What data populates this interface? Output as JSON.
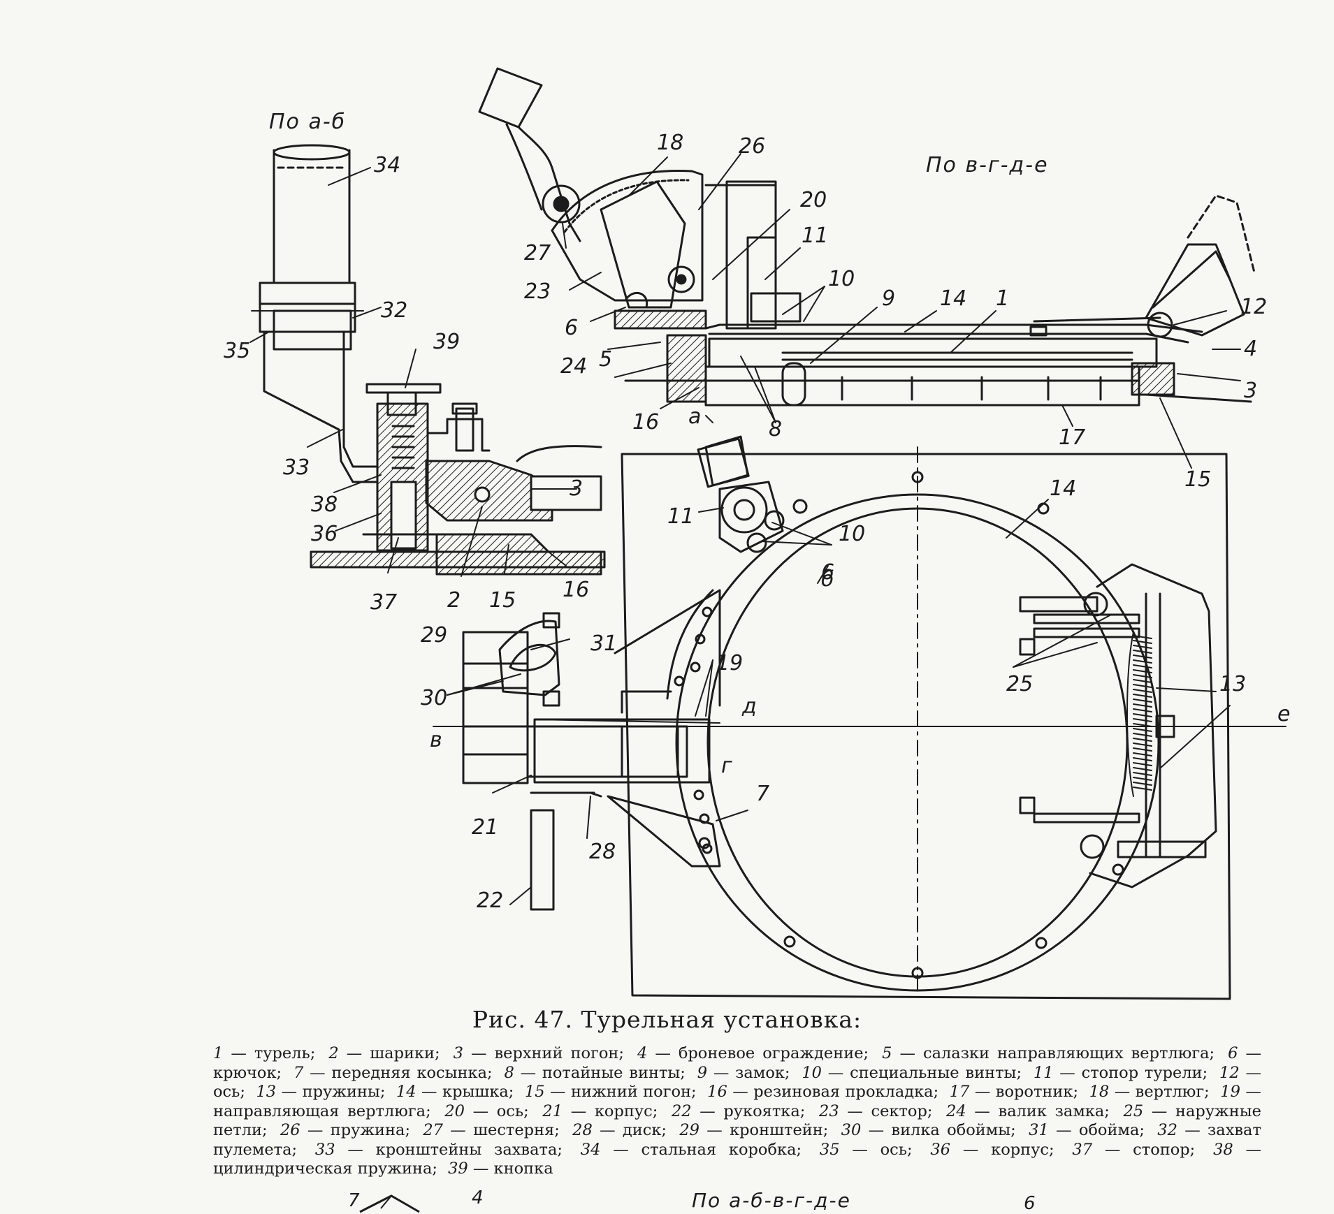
{
  "section_labels": {
    "a_b": "По а-б",
    "v_g_d_e": "По в-г-д-е",
    "all": "По а-б-в-г-д-е"
  },
  "callouts": {
    "c1": "1",
    "c2": "2",
    "c3a": "3",
    "c3b": "3",
    "c4": "4",
    "c5": "5",
    "c6": "6",
    "c7": "7",
    "c8": "8",
    "c9": "9",
    "c10a": "10",
    "c10b": "10",
    "c11a": "11",
    "c11b": "11",
    "c12": "12",
    "c13": "13",
    "c14a": "14",
    "c14b": "14",
    "c15a": "15",
    "c15b": "15",
    "c16a": "16",
    "c16b": "16",
    "c17": "17",
    "c18": "18",
    "c19": "19",
    "c20": "20",
    "c21": "21",
    "c22": "22",
    "c23": "23",
    "c24": "24",
    "c25": "25",
    "c26": "26",
    "c27": "27",
    "c28": "28",
    "c29": "29",
    "c30": "30",
    "c31": "31",
    "c32": "32",
    "c33": "33",
    "c34": "34",
    "c35": "35",
    "c36": "36",
    "c37": "37",
    "c38": "38",
    "c39": "39"
  },
  "cut_letters": {
    "a": "а",
    "b": "б",
    "v": "в",
    "g": "г",
    "d": "д",
    "e": "е"
  },
  "bottom_fragment": {
    "n7": "7",
    "n4": "4",
    "n6": "6"
  },
  "caption": {
    "title": "Рис. 47. Турельная установка:",
    "legend": [
      {
        "num": "1",
        "text": "— турель;"
      },
      {
        "num": "2",
        "text": "— шарики;"
      },
      {
        "num": "3",
        "text": "— верхний погон;"
      },
      {
        "num": "4",
        "text": "— броневое ограждение;"
      },
      {
        "num": "5",
        "text": "— салазки направляющих вертлюга;"
      },
      {
        "num": "6",
        "text": "— крючок;"
      },
      {
        "num": "7",
        "text": "— передняя косынка;"
      },
      {
        "num": "8",
        "text": "— потайные винты;"
      },
      {
        "num": "9",
        "text": "— замок;"
      },
      {
        "num": "10",
        "text": "— специальные винты;"
      },
      {
        "num": "11",
        "text": "— стопор турели;"
      },
      {
        "num": "12",
        "text": "— ось;"
      },
      {
        "num": "13",
        "text": "— пружины;"
      },
      {
        "num": "14",
        "text": "— крышка;"
      },
      {
        "num": "15",
        "text": "— нижний погон;"
      },
      {
        "num": "16",
        "text": "— резиновая прокладка;"
      },
      {
        "num": "17",
        "text": "— воротник;"
      },
      {
        "num": "18",
        "text": "— вертлюг;"
      },
      {
        "num": "19",
        "text": "— направляющая вертлюга;"
      },
      {
        "num": "20",
        "text": "— ось;"
      },
      {
        "num": "21",
        "text": "— корпус;"
      },
      {
        "num": "22",
        "text": "— рукоятка;"
      },
      {
        "num": "23",
        "text": "— сектор;"
      },
      {
        "num": "24",
        "text": "— валик замка;"
      },
      {
        "num": "25",
        "text": "— наружные петли;"
      },
      {
        "num": "26",
        "text": "— пружина;"
      },
      {
        "num": "27",
        "text": "— шестерня;"
      },
      {
        "num": "28",
        "text": "— диск;"
      },
      {
        "num": "29",
        "text": "— кронштейн;"
      },
      {
        "num": "30",
        "text": "— вилка обоймы;"
      },
      {
        "num": "31",
        "text": "— обойма;"
      },
      {
        "num": "32",
        "text": "— захват пулемета;"
      },
      {
        "num": "33",
        "text": "— кронштейны захвата;"
      },
      {
        "num": "34",
        "text": "— стальная коробка;"
      },
      {
        "num": "35",
        "text": "— ось;"
      },
      {
        "num": "36",
        "text": "— корпус;"
      },
      {
        "num": "37",
        "text": "— стопор;"
      },
      {
        "num": "38",
        "text": "— цилиндрическая пружина;"
      },
      {
        "num": "39",
        "text": "— кнопка"
      }
    ]
  },
  "colors": {
    "ink": "#1c1c1c",
    "paper": "#f7f7f4"
  }
}
